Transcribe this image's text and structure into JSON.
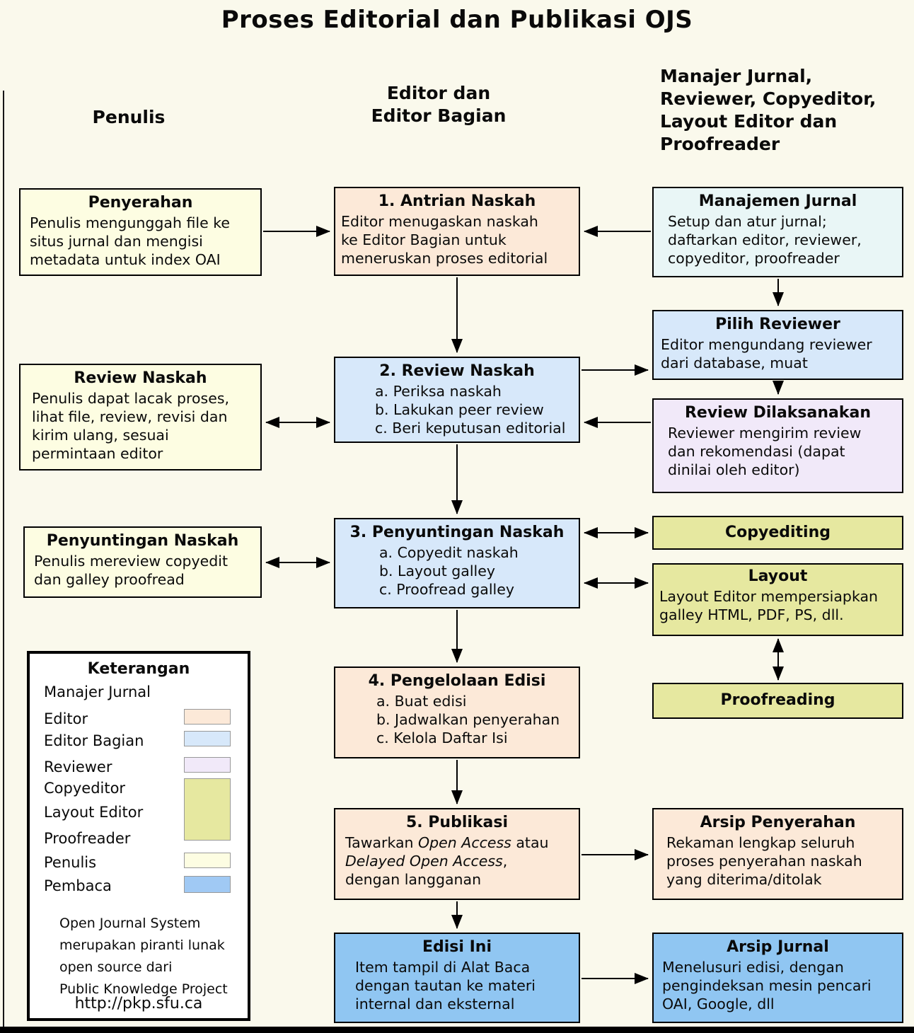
{
  "title": "Proses Editorial dan Publikasi OJS",
  "headers": {
    "col1": "Penulis",
    "col2_lines": [
      "Editor dan",
      "Editor Bagian"
    ],
    "col3_lines": [
      "Manajer Jurnal,",
      "Reviewer, Copyeditor,",
      "Layout Editor dan",
      "Proofreader"
    ]
  },
  "colors": {
    "page_bg": "#FAF9EC",
    "editor_peach": "#FCE9D8",
    "section_editor_blue": "#D7E8FA",
    "manager_cyan": "#E9F6F6",
    "reviewer_lavender": "#F1E9F9",
    "copyeditor_olive": "#E6E8A0",
    "author_yellow": "#FDFDE2",
    "reader_blue": "#90C6F2"
  },
  "boxes": {
    "penyerahan": {
      "title": "Penyerahan",
      "body_lines": [
        "Penulis mengunggah file ke",
        "situs jurnal dan mengisi",
        "metadata untuk index OAI"
      ]
    },
    "review_kiri": {
      "title": "Review Naskah",
      "body_lines": [
        "Penulis dapat lacak proses,",
        "lihat file, review, revisi dan",
        "kirim ulang, sesuai",
        "permintaan editor"
      ]
    },
    "penyuntingan_kiri": {
      "title": "Penyuntingan Naskah",
      "body_lines": [
        "Penulis mereview copyedit",
        "dan galley proofread"
      ]
    },
    "antrian": {
      "title": "1. Antrian Naskah",
      "body_lines": [
        "Editor menugaskan naskah",
        "ke Editor Bagian untuk",
        "meneruskan proses editorial"
      ]
    },
    "review2": {
      "title": "2. Review Naskah",
      "items": [
        "a. Periksa naskah",
        "b. Lakukan peer review",
        "c. Beri keputusan editorial"
      ]
    },
    "penyuntingan3": {
      "title": "3. Penyuntingan Naskah",
      "items": [
        "a. Copyedit naskah",
        "b. Layout galley",
        "c. Proofread galley"
      ]
    },
    "pengelolaan4": {
      "title": "4. Pengelolaan Edisi",
      "items": [
        "a. Buat edisi",
        "b. Jadwalkan penyerahan",
        "c. Kelola Daftar Isi"
      ]
    },
    "publikasi5": {
      "title": "5. Publikasi",
      "p1a": "Tawarkan ",
      "p1b": "Open Access",
      "p1c": " atau",
      "p2a": "Delayed Open Access",
      "p2b": ",",
      "p3": "dengan langganan"
    },
    "edisi_ini": {
      "title": "Edisi Ini",
      "body_lines": [
        "Item tampil di Alat Baca",
        "dengan tautan ke materi",
        "internal dan eksternal"
      ]
    },
    "manajemen": {
      "title": "Manajemen Jurnal",
      "body_lines": [
        "Setup dan atur jurnal;",
        "daftarkan editor, reviewer,",
        "copyeditor, proofreader"
      ]
    },
    "pilih": {
      "title": "Pilih Reviewer",
      "body_lines": [
        "Editor mengundang reviewer",
        "dari database, muat"
      ]
    },
    "dilaksanakan": {
      "title": "Review Dilaksanakan",
      "body_lines": [
        "Reviewer mengirim review",
        "dan rekomendasi (dapat",
        "dinilai oleh editor)"
      ]
    },
    "copyediting": {
      "title": "Copyediting"
    },
    "layout": {
      "title": "Layout",
      "body_lines": [
        "Layout Editor mempersiapkan",
        "galley HTML, PDF, PS, dll."
      ]
    },
    "proofreading": {
      "title": "Proofreading"
    },
    "arsip_penyerahan": {
      "title": "Arsip Penyerahan",
      "body_lines": [
        "Rekaman lengkap seluruh",
        "proses penyerahan naskah",
        "yang diterima/ditolak"
      ]
    },
    "arsip_jurnal": {
      "title": "Arsip Jurnal",
      "body_lines": [
        "Menelusuri edisi, dengan",
        "pengindeksan mesin pencari",
        "OAI, Google, dll"
      ]
    }
  },
  "legend": {
    "title": "Keterangan",
    "labels": [
      "Manajer Jurnal",
      "Editor",
      "Editor Bagian",
      "Reviewer",
      "Copyeditor",
      "Layout Editor",
      "Proofreader",
      "Penulis",
      "Pembaca"
    ],
    "swatches": {
      "editor": "#FCE9D8",
      "editor_bagian": "#D7E8FA",
      "reviewer": "#F1E9F9",
      "copy_layout_proof": "#E6E8A0",
      "penulis": "#FDFDE2",
      "pembaca": "#A0C9F4"
    },
    "footer_lines": [
      "Open Journal System",
      "merupakan piranti lunak",
      "open source dari",
      "Public Knowledge Project"
    ],
    "url": "http://pkp.sfu.ca"
  }
}
